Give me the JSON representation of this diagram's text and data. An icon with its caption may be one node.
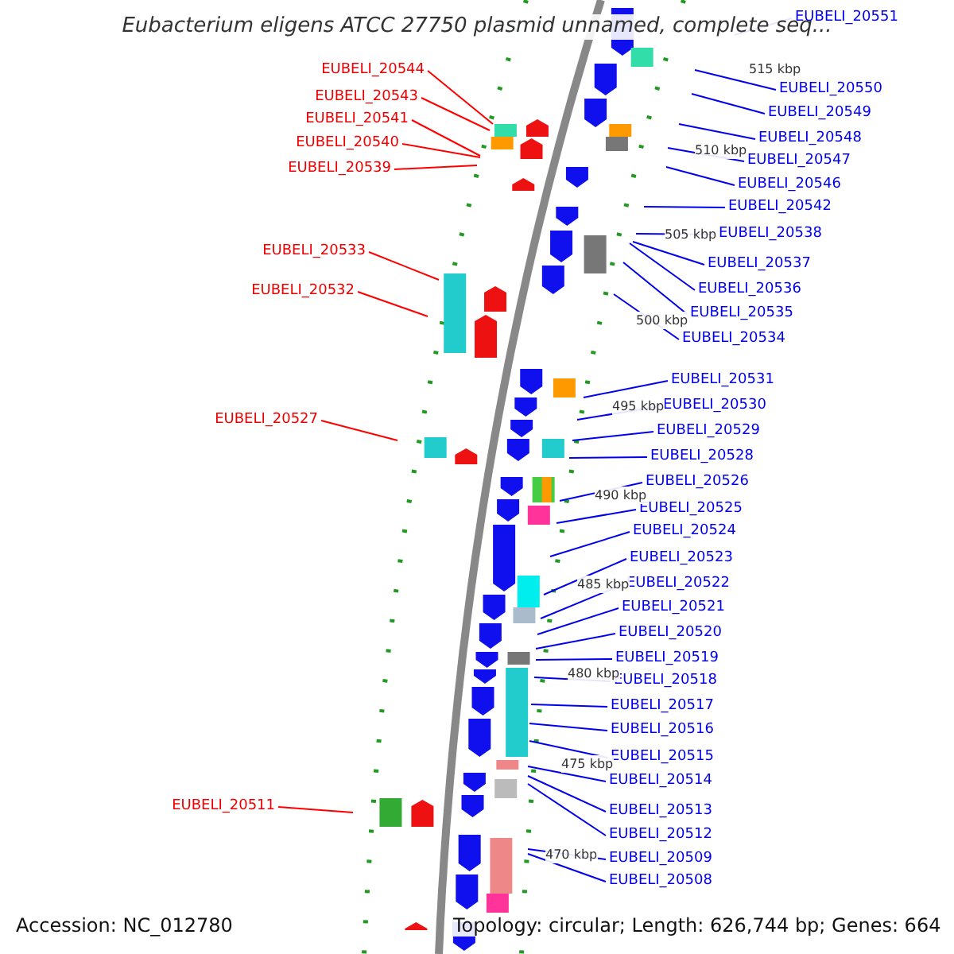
{
  "diagram": {
    "title": "Eubacterium eligens ATCC 27750 plasmid unnamed, complete seq...",
    "nodes": [
      {
        "text": [
          "EUBELI_20544"
        ]
      },
      {
        "text": [
          "EUBELI_20543"
        ]
      },
      {
        "text": [
          "EUBELI_20541"
        ]
      },
      {
        "text": [
          "EUBELI_20540"
        ]
      },
      {
        "text": [
          "EUBELI_20539"
        ]
      },
      {
        "text": [
          "EUBELI_20533"
        ]
      },
      {
        "text": [
          "EUBELI_20532"
        ]
      },
      {
        "text": [
          "EUBELI_20527"
        ]
      },
      {
        "text": [
          "EUBELI_20511"
        ]
      },
      {
        "text": [
          "EUBELI_20551"
        ]
      },
      {
        "text": [
          "EUBELI_20550"
        ]
      },
      {
        "text": [
          "EUBELI_20549"
        ]
      },
      {
        "text": [
          "EUBELI_20548"
        ]
      },
      {
        "text": [
          "EUBELI_20547"
        ]
      },
      {
        "text": [
          "EUBELI_20546"
        ]
      },
      {
        "text": [
          "EUBELI_20542"
        ]
      },
      {
        "text": [
          "EUBELI_20538"
        ]
      },
      {
        "text": [
          "EUBELI_20537"
        ]
      },
      {
        "text": [
          "EUBELI_20536"
        ]
      },
      {
        "text": [
          "EUBELI_20535"
        ]
      },
      {
        "text": [
          "EUBELI_20534"
        ]
      },
      {
        "text": [
          "EUBELI_20531"
        ]
      },
      {
        "text": [
          "EUBELI_20530"
        ]
      },
      {
        "text": [
          "EUBELI_20529"
        ]
      },
      {
        "text": [
          "EUBELI_20528"
        ]
      },
      {
        "text": [
          "EUBELI_20526"
        ]
      },
      {
        "text": [
          "EUBELI_20525"
        ]
      },
      {
        "text": [
          "EUBELI_20524"
        ]
      },
      {
        "text": [
          "EUBELI_20523"
        ]
      },
      {
        "text": [
          "EUBELI_20522"
        ]
      },
      {
        "text": [
          "EUBELI_20521"
        ]
      },
      {
        "text": [
          "EUBELI_20520"
        ]
      },
      {
        "text": [
          "EUBELI_20519"
        ]
      },
      {
        "text": [
          "EUBELI_20518"
        ]
      },
      {
        "text": [
          "EUBELI_20517"
        ]
      },
      {
        "text": [
          "EUBELI_20516"
        ]
      },
      {
        "text": [
          "EUBELI_20515"
        ]
      },
      {
        "text": [
          "EUBELI_20514"
        ]
      },
      {
        "text": [
          "EUBELI_20513"
        ]
      },
      {
        "text": [
          "EUBELI_20512"
        ]
      },
      {
        "text": [
          "EUBELI_20509"
        ]
      },
      {
        "text": [
          "EUBELI_20508"
        ]
      }
    ],
    "edges": [
      {
        "from": 0,
        "to": null,
        "arrow": "none",
        "color": "#ff0000"
      },
      {
        "from": 1,
        "to": null,
        "arrow": "none",
        "color": "#ff0000"
      },
      {
        "from": 2,
        "to": null,
        "arrow": "none",
        "color": "#ff0000"
      },
      {
        "from": 3,
        "to": null,
        "arrow": "none",
        "color": "#ff0000"
      },
      {
        "from": 4,
        "to": null,
        "arrow": "none",
        "color": "#ff0000"
      },
      {
        "from": 5,
        "to": null,
        "arrow": "none",
        "color": "#ff0000"
      },
      {
        "from": 6,
        "to": null,
        "arrow": "none",
        "color": "#ff0000"
      },
      {
        "from": 7,
        "to": null,
        "arrow": "none",
        "color": "#ff0000"
      },
      {
        "from": 8,
        "to": null,
        "arrow": "none",
        "color": "#ff0000"
      },
      {
        "from": 9,
        "to": null,
        "arrow": "none"
      },
      {
        "from": 10,
        "to": null,
        "arrow": "none"
      },
      {
        "from": 11,
        "to": null,
        "arrow": "none"
      },
      {
        "from": 12,
        "to": null,
        "arrow": "none"
      },
      {
        "from": 13,
        "to": null,
        "arrow": "none"
      },
      {
        "from": 14,
        "to": null,
        "arrow": "none"
      },
      {
        "from": 15,
        "to": null,
        "arrow": "none"
      },
      {
        "from": 16,
        "to": null,
        "arrow": "none"
      },
      {
        "from": 17,
        "to": null,
        "arrow": "none"
      },
      {
        "from": 18,
        "to": null,
        "arrow": "none"
      },
      {
        "from": 19,
        "to": null,
        "arrow": "none"
      },
      {
        "from": 20,
        "to": null,
        "arrow": "none"
      },
      {
        "from": 21,
        "to": null,
        "arrow": "none"
      },
      {
        "from": 22,
        "to": null,
        "arrow": "none"
      },
      {
        "from": 23,
        "to": null,
        "arrow": "none"
      },
      {
        "from": 24,
        "to": null,
        "arrow": "none"
      },
      {
        "from": 25,
        "to": null,
        "arrow": "none"
      },
      {
        "from": 26,
        "to": null,
        "arrow": "none"
      },
      {
        "from": 27,
        "to": null,
        "arrow": "none"
      },
      {
        "from": 28,
        "to": null,
        "arrow": "none"
      },
      {
        "from": 29,
        "to": null,
        "arrow": "none"
      },
      {
        "from": 30,
        "to": null,
        "arrow": "none"
      },
      {
        "from": 31,
        "to": null,
        "arrow": "none"
      },
      {
        "from": 32,
        "to": null,
        "arrow": "none"
      },
      {
        "from": 33,
        "to": null,
        "arrow": "none"
      },
      {
        "from": 34,
        "to": null,
        "arrow": "none"
      },
      {
        "from": 35,
        "to": null,
        "arrow": "none"
      },
      {
        "from": 36,
        "to": null,
        "arrow": "none"
      },
      {
        "from": 37,
        "to": null,
        "arrow": "none"
      },
      {
        "from": 38,
        "to": null,
        "arrow": "none"
      },
      {
        "from": 39,
        "to": null,
        "arrow": "none"
      },
      {
        "from": 40,
        "to": null,
        "arrow": "none"
      },
      {
        "from": 41,
        "to": null,
        "arrow": "none"
      }
    ],
    "labels": [
      "515 kbp",
      "510 kbp",
      "505 kbp",
      "500 kbp",
      "495 kbp",
      "490 kbp",
      "485 kbp",
      "480 kbp",
      "475 kbp",
      "470 kbp",
      "Accession: NC_012780",
      "Topology: circular; Length: 626,744 bp; Genes: 664"
    ]
  }
}
